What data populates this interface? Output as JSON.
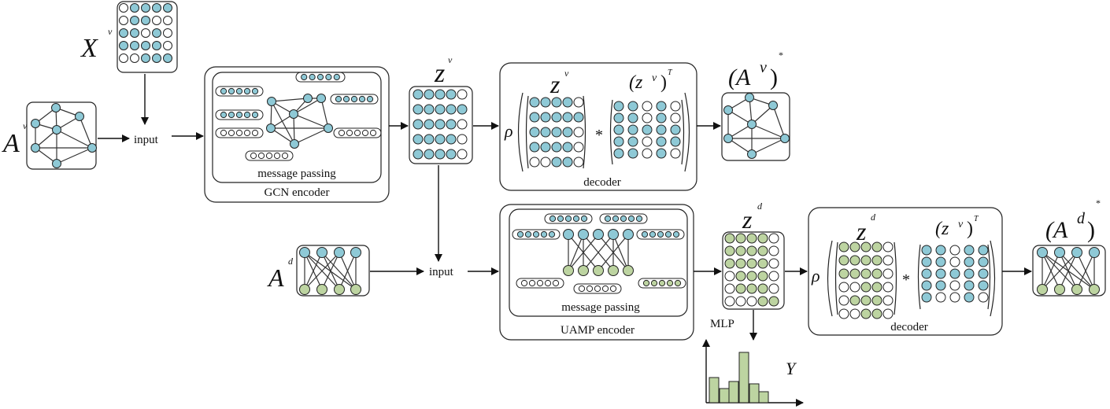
{
  "labels": {
    "av": "A",
    "av_sup": "v",
    "xv": "X",
    "xv_sup": "v",
    "ad": "A",
    "ad_sup": "d",
    "input_top": "input",
    "input_bottom": "input",
    "gcn_message_passing": "message passing",
    "gcn_encoder": "GCN encoder",
    "zv": "z",
    "zv_sup": "v",
    "decoder_top_rho": "ρ",
    "decoder_top_z": "z",
    "decoder_top_z_sup": "v",
    "decoder_top_zt": "(z",
    "decoder_top_zt_sup_v": "v",
    "decoder_top_zt_close": ")",
    "decoder_top_zt_sup_t": "T",
    "decoder_top_star": "*",
    "decoder_top": "decoder",
    "avstar_open": "(A",
    "avstar_sup_v": "v",
    "avstar_close": ")",
    "avstar_star": "*",
    "uamp_message_passing": "message passing",
    "uamp_encoder": "UAMP encoder",
    "zd": "z",
    "zd_sup": "d",
    "mlp": "MLP",
    "y": "Y",
    "decoder_bottom_rho": "ρ",
    "decoder_bottom_z": "z",
    "decoder_bottom_z_sup": "d",
    "decoder_bottom_zt": "(z",
    "decoder_bottom_zt_sup_v": "v",
    "decoder_bottom_zt_close": ")",
    "decoder_bottom_zt_sup_t": "T",
    "decoder_bottom_star": "*",
    "decoder_bottom": "decoder",
    "adstar_open": "(A",
    "adstar_sup_d": "d",
    "adstar_close": ")",
    "adstar_star": "*"
  },
  "colors": {
    "blue_node": "#8ec9d6",
    "green_node": "#bdd4a1",
    "stroke": "#222222"
  }
}
